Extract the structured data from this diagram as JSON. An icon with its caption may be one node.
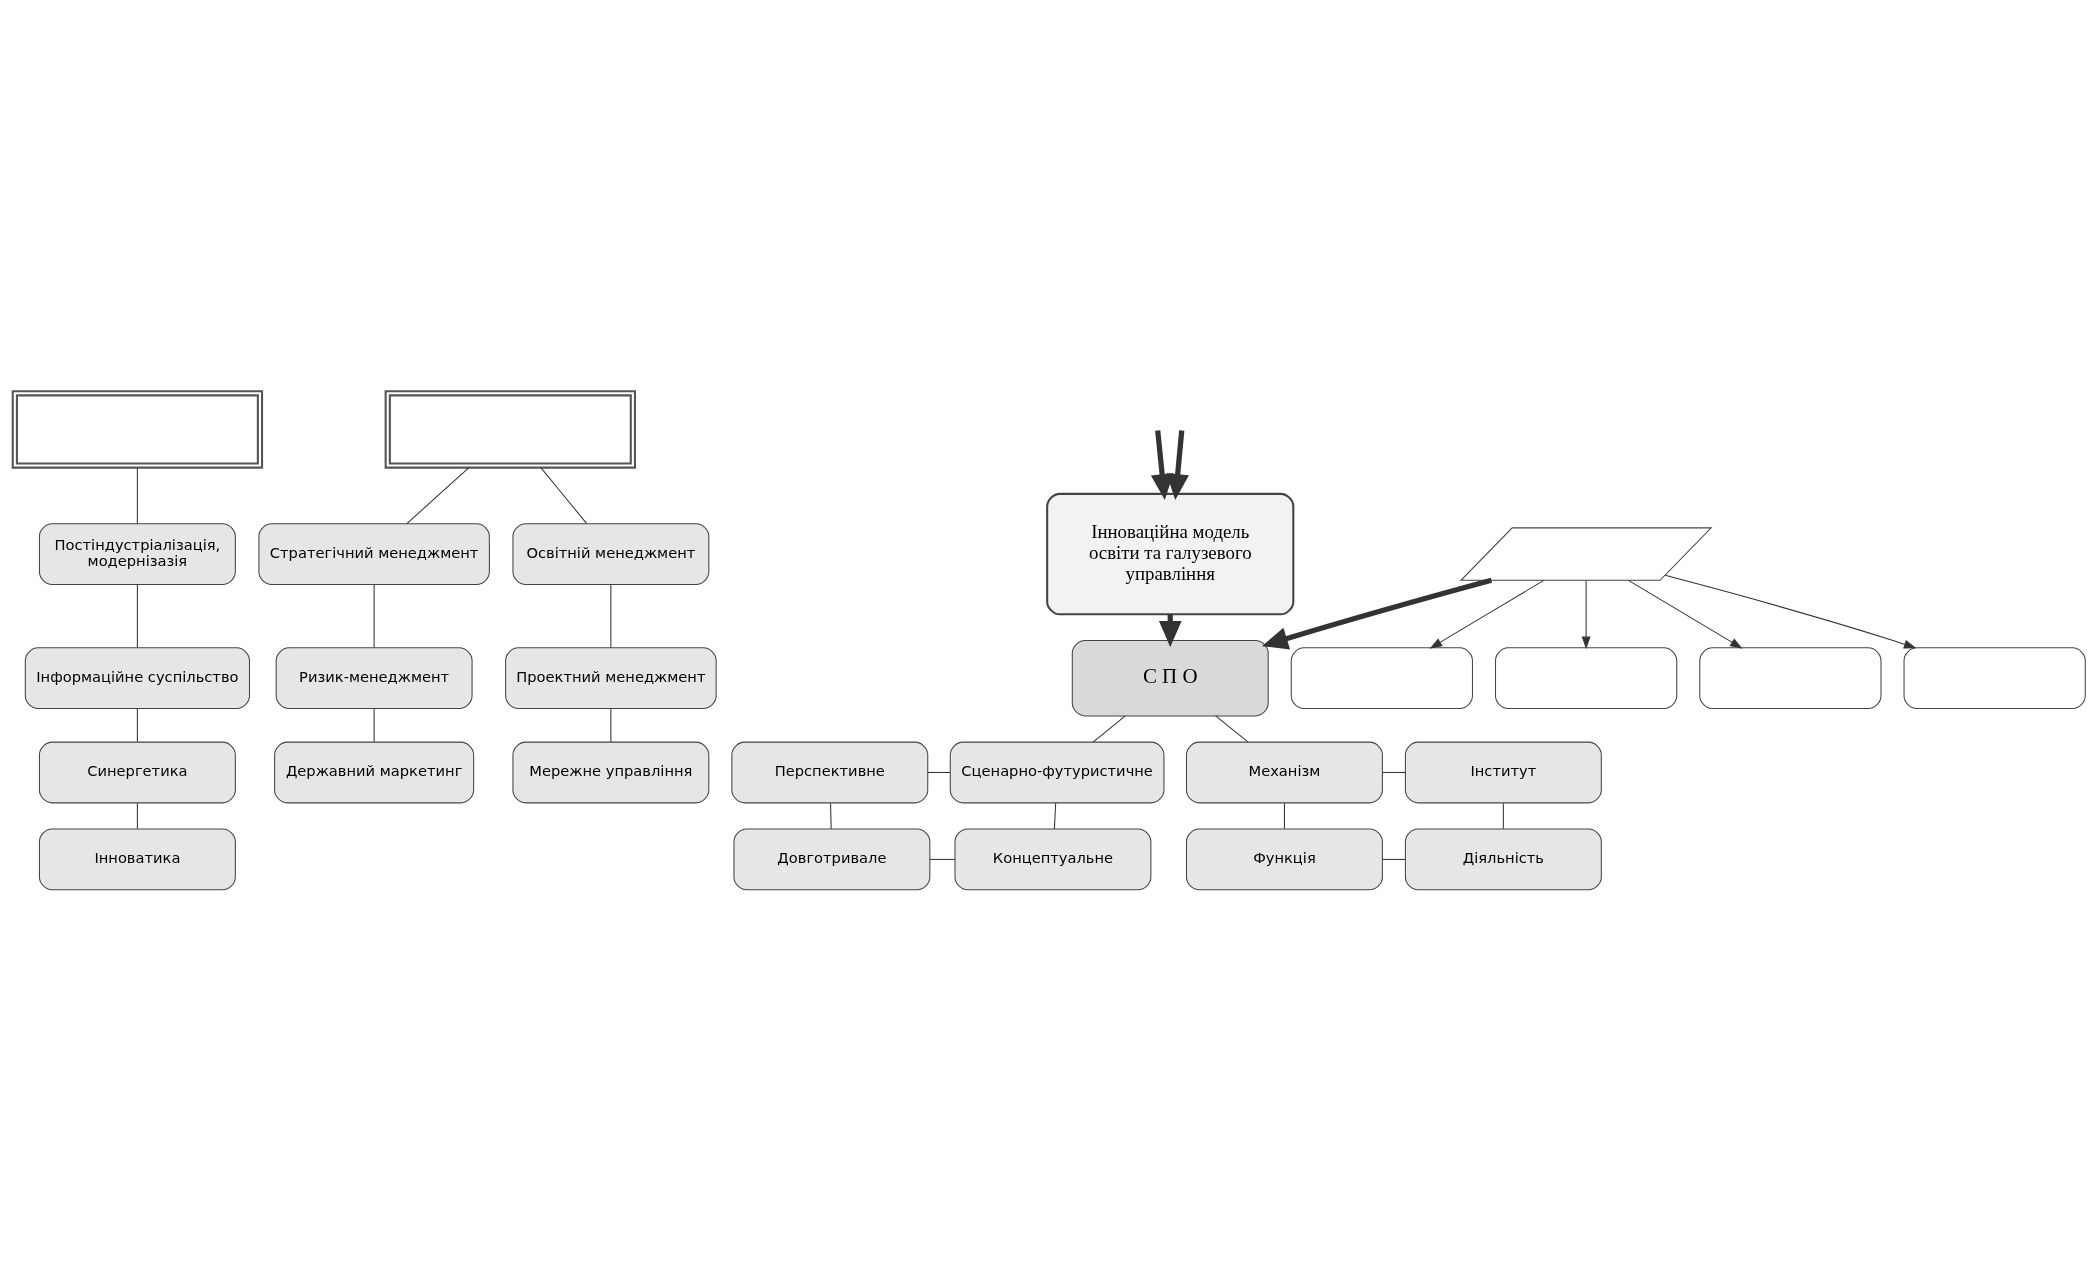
{
  "diagram": {
    "nodes": [
      {
        "text": [],
        "shape": "box"
      },
      {
        "text": [
          "Постіндустріалізація, модернізазія"
        ]
      },
      {
        "text": [
          "Інформаційне суспільство"
        ]
      },
      {
        "text": [
          "Синергетика"
        ]
      },
      {
        "text": [
          "Інноватика"
        ]
      },
      {
        "text": [],
        "shape": "box"
      },
      {
        "text": [
          "Стратегічний менеджмент"
        ]
      },
      {
        "text": [
          "Освітній менеджмент"
        ]
      },
      {
        "text": [
          "Ризик-менеджмент"
        ]
      },
      {
        "text": [
          "Проектний менеджмент"
        ]
      },
      {
        "text": [
          "Державний маркетинг"
        ]
      },
      {
        "text": [
          "Мережне управління"
        ]
      },
      {
        "text": [
          "Інноваційна модель освіти та галузевого управління"
        ]
      },
      {
        "text": [
          "С П О"
        ]
      },
      {
        "text": [
          "Перспективне"
        ]
      },
      {
        "text": [
          "Сценарно-футуристичне"
        ]
      },
      {
        "text": [
          "Довготривале"
        ]
      },
      {
        "text": [
          "Концептуальне"
        ]
      },
      {
        "text": [
          "Механізм"
        ]
      },
      {
        "text": [
          "Інститут"
        ]
      },
      {
        "text": [
          "Функція"
        ]
      },
      {
        "text": [
          "Діяльність"
        ]
      },
      {
        "text": [],
        "shape": "parallelogram"
      },
      {
        "text": [],
        "shape": "box"
      },
      {
        "text": [],
        "shape": "box"
      },
      {
        "text": [],
        "shape": "box"
      },
      {
        "text": [],
        "shape": "box"
      }
    ],
    "edges": [
      {
        "from": 0,
        "to": 1,
        "arrow": "none"
      },
      {
        "from": 1,
        "to": 2,
        "arrow": "none"
      },
      {
        "from": 2,
        "to": 3,
        "arrow": "none"
      },
      {
        "from": 3,
        "to": 4,
        "arrow": "none"
      },
      {
        "from": 5,
        "to": 6,
        "arrow": "none"
      },
      {
        "from": 5,
        "to": 7,
        "arrow": "none"
      },
      {
        "from": 6,
        "to": 8,
        "arrow": "none"
      },
      {
        "from": 8,
        "to": 10,
        "arrow": "none"
      },
      {
        "from": 7,
        "to": 9,
        "arrow": "none"
      },
      {
        "from": 9,
        "to": 11,
        "arrow": "none"
      },
      {
        "from": null,
        "to": 12,
        "arrow": "to",
        "style": "thick"
      },
      {
        "from": null,
        "to": 12,
        "arrow": "to",
        "style": "thick"
      },
      {
        "from": 12,
        "to": 13,
        "arrow": "to",
        "style": "thick"
      },
      {
        "from": 13,
        "to": 15,
        "arrow": "none"
      },
      {
        "from": 14,
        "to": 15,
        "arrow": "none"
      },
      {
        "from": 14,
        "to": 16,
        "arrow": "none"
      },
      {
        "from": 15,
        "to": 17,
        "arrow": "none"
      },
      {
        "from": 16,
        "to": 17,
        "arrow": "none"
      },
      {
        "from": 13,
        "to": 18,
        "arrow": "none"
      },
      {
        "from": 18,
        "to": 19,
        "arrow": "none"
      },
      {
        "from": 18,
        "to": 20,
        "arrow": "none"
      },
      {
        "from": 19,
        "to": 21,
        "arrow": "none"
      },
      {
        "from": 20,
        "to": 21,
        "arrow": "none"
      },
      {
        "from": 22,
        "to": 13,
        "arrow": "to",
        "style": "thick"
      },
      {
        "from": 22,
        "to": 23,
        "arrow": "to"
      },
      {
        "from": 22,
        "to": 24,
        "arrow": "to"
      },
      {
        "from": 22,
        "to": 25,
        "arrow": "to"
      },
      {
        "from": 22,
        "to": 26,
        "arrow": "to"
      }
    ]
  }
}
